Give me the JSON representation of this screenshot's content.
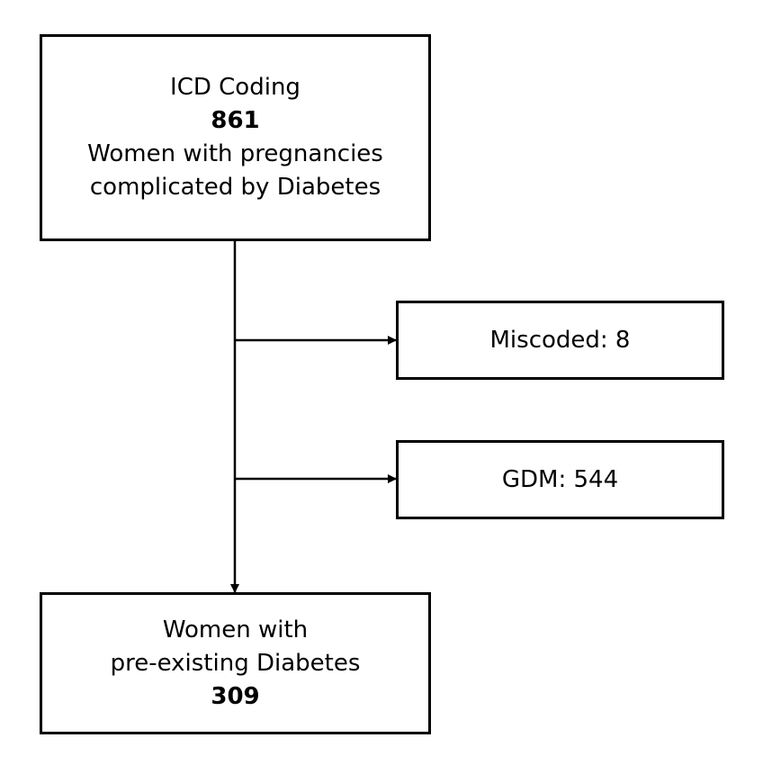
{
  "top_box": {
    "line1": "ICD Coding",
    "count": "861",
    "line3": "Women with pregnancies",
    "line4": "complicated by Diabetes"
  },
  "excluded": [
    {
      "label": "Miscoded: 8"
    },
    {
      "label": "GDM: 544"
    }
  ],
  "bottom_box": {
    "line1": "Women with",
    "line2": "pre-existing Diabetes",
    "count": "309"
  }
}
